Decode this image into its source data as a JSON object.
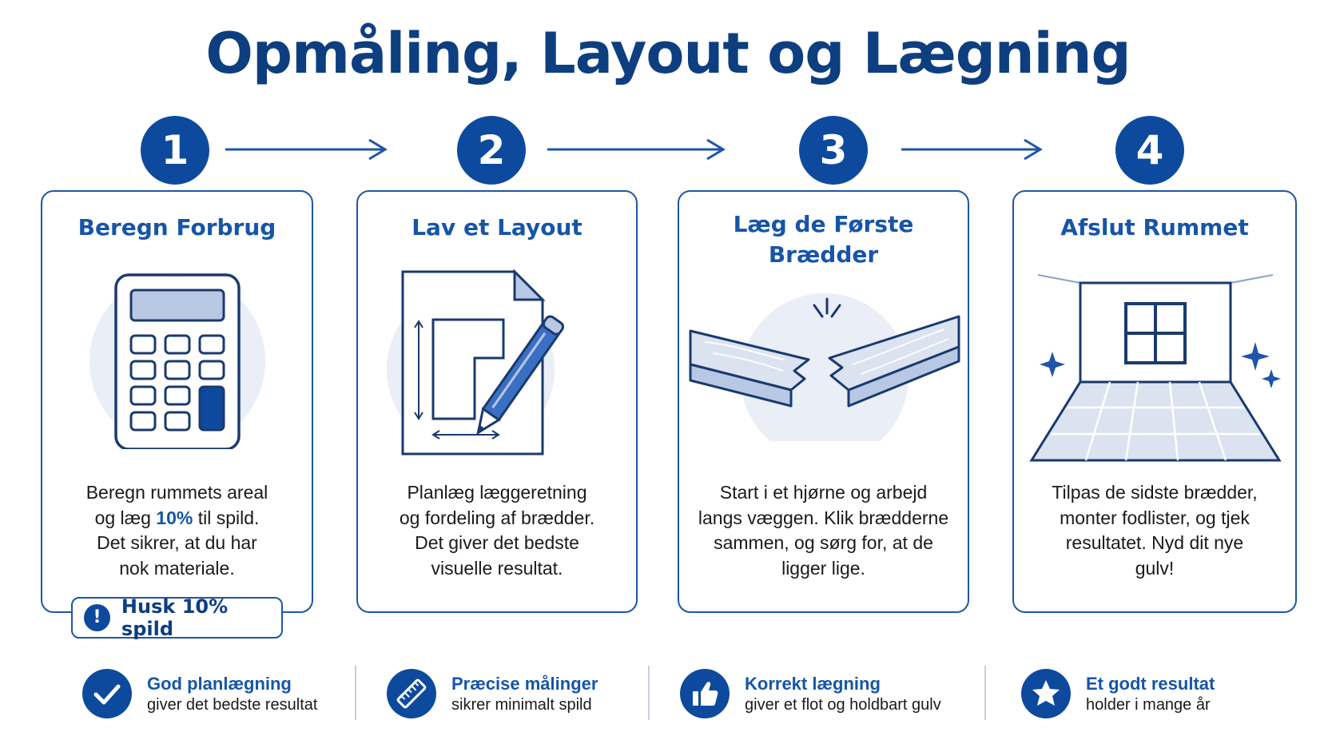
{
  "title": "Opmåling, Layout og Lægning",
  "steps": [
    {
      "number": "1",
      "title_lines": [
        "Beregn Forbrug"
      ],
      "text_lines": [
        "Beregn rummets areal",
        "og læg ",
        "10%",
        " til spild.",
        "Det sikrer, at du har",
        "nok materiale."
      ]
    },
    {
      "number": "2",
      "title_lines": [
        "Lav et Layout"
      ],
      "text_lines": [
        "Planlæg læggeretning",
        "og fordeling af brædder.",
        "Det giver det bedste",
        "visuelle resultat."
      ]
    },
    {
      "number": "3",
      "title_lines": [
        "Læg de Første",
        "Brædder"
      ],
      "text_lines": [
        "Start i et hjørne og arbejd",
        "langs væggen. Klik brædderne",
        "sammen, og sørg for, at de",
        "ligger lige."
      ]
    },
    {
      "number": "4",
      "title_lines": [
        "Afslut Rummet"
      ],
      "text_lines": [
        "Tilpas de sidste brædder,",
        "monter fodlister, og tjek",
        "resultatet. Nyd dit nye",
        "gulv!"
      ]
    }
  ],
  "badge": {
    "icon": "!",
    "text": "Husk 10% spild"
  },
  "footer": [
    {
      "icon": "check-icon",
      "title": "God planlægning",
      "subtitle": "giver det bedste resultat"
    },
    {
      "icon": "ruler-icon",
      "title": "Præcise målinger",
      "subtitle": "sikrer minimalt spild"
    },
    {
      "icon": "thumbs-up-icon",
      "title": "Korrekt lægning",
      "subtitle": "giver et flot og holdbart gulv"
    },
    {
      "icon": "star-icon",
      "title": "Et godt resultat",
      "subtitle": "holder i mange år"
    }
  ],
  "colors": {
    "primary": "#0d4a9e",
    "title": "#0d3e80",
    "accent": "#1655a8",
    "light": "#e9eef7"
  }
}
